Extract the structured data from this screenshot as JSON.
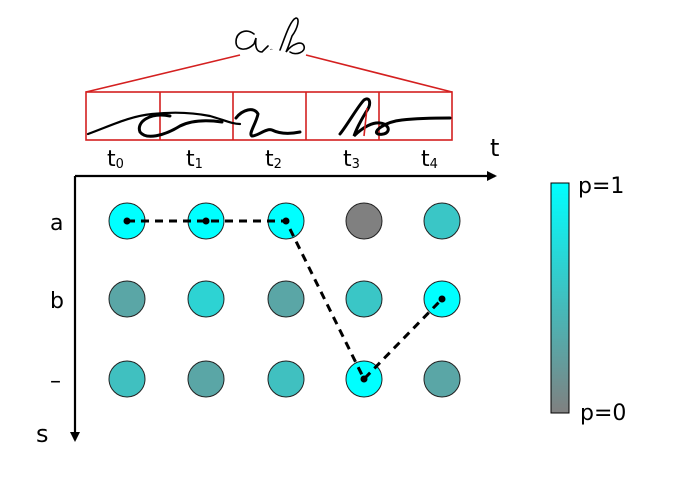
{
  "header_text": "ab",
  "time_axis": {
    "label": "t",
    "ticks": [
      {
        "base": "t",
        "sub": "0"
      },
      {
        "base": "t",
        "sub": "1"
      },
      {
        "base": "t",
        "sub": "2"
      },
      {
        "base": "t",
        "sub": "3"
      },
      {
        "base": "t",
        "sub": "4"
      }
    ]
  },
  "state_axis": {
    "label": "s",
    "rows": [
      "a",
      "b",
      "–"
    ]
  },
  "grid": {
    "probabilities": [
      [
        1.0,
        1.0,
        1.0,
        0.0,
        0.55
      ],
      [
        0.3,
        0.65,
        0.3,
        0.55,
        1.0
      ],
      [
        0.5,
        0.3,
        0.5,
        1.0,
        0.3
      ]
    ],
    "path": [
      [
        0,
        0
      ],
      [
        0,
        1
      ],
      [
        0,
        2
      ],
      [
        2,
        3
      ],
      [
        1,
        4
      ]
    ]
  },
  "colorbar": {
    "top_label": "p=1",
    "bottom_label": "p=0",
    "color_high": "#00ffff",
    "color_low": "#808080"
  },
  "colors": {
    "frame": "#d42020",
    "ink": "#000000"
  }
}
